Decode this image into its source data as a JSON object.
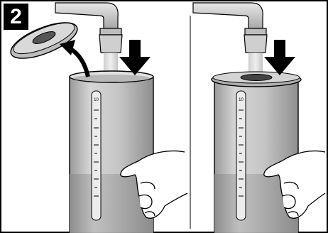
{
  "step": {
    "number": "2"
  },
  "colors": {
    "frame": "#000000",
    "background": "#ffffff",
    "container": "#c9c9c9",
    "container_dark": "#9e9e9e",
    "water": "#b5b5b5",
    "faucet": "#d0d0d0",
    "arrow": "#000000"
  },
  "panels": [
    {
      "id": "left",
      "action": "lid-removed-filling",
      "icons": [
        "faucet-icon",
        "down-arrow-icon",
        "curved-arrow-icon",
        "lid-icon",
        "measuring-cup-icon",
        "hand-icon"
      ]
    },
    {
      "id": "right",
      "action": "lid-on-filling",
      "icons": [
        "faucet-icon",
        "down-arrow-icon",
        "lid-icon",
        "measuring-cup-icon",
        "hand-icon"
      ]
    }
  ],
  "scale_labels": [
    "10"
  ]
}
